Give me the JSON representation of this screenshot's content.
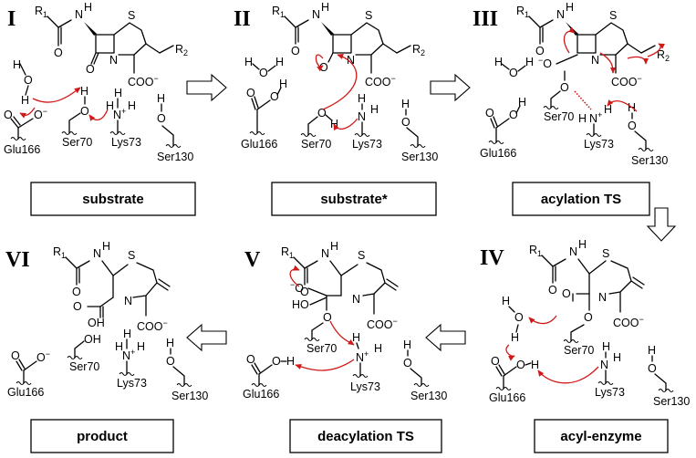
{
  "stages": [
    {
      "numeral": "I",
      "label": "substrate"
    },
    {
      "numeral": "II",
      "label": "substrate*"
    },
    {
      "numeral": "III",
      "label": "acylation TS"
    },
    {
      "numeral": "IV",
      "label": "acyl-enzyme"
    },
    {
      "numeral": "V",
      "label": "deacylation TS"
    },
    {
      "numeral": "VI",
      "label": "product"
    }
  ],
  "atoms": {
    "R1": "R",
    "one": "1",
    "R2": "R",
    "two": "2",
    "S": "S",
    "N": "N",
    "NH": "N",
    "H": "H",
    "O": "O",
    "OH": "OH",
    "HO": "HO",
    "COO": "COO",
    "minus": "−",
    "plus": "+"
  },
  "residues": {
    "glu": "Glu166",
    "ser70": "Ser70",
    "lys": "Lys73",
    "ser130": "Ser130"
  },
  "colors": {
    "electron_arrow": "#d01818",
    "hbond": "#d01818"
  }
}
